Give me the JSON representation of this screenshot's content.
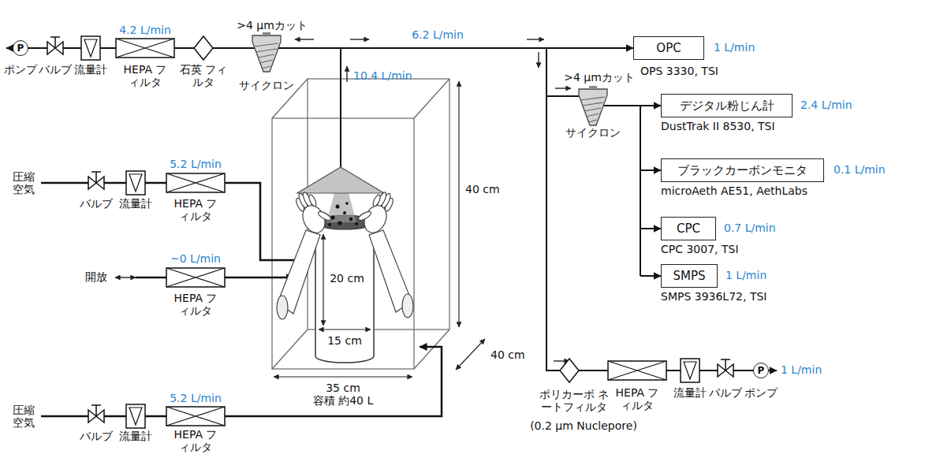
{
  "diagram": {
    "nodes": [
      {
        "text": [
          "P"
        ]
      },
      {
        "text": [
          "OPC"
        ]
      },
      {
        "text": [
          "デジタル粉じん計"
        ]
      },
      {
        "text": [
          "ブラックカーボンモニタ"
        ]
      },
      {
        "text": [
          "CPC"
        ]
      },
      {
        "text": [
          "SMPS"
        ]
      },
      {
        "text": [
          "P"
        ]
      }
    ],
    "labels": [
      "4.2 L/min",
      ">4 μmカット",
      "6.2 L/min",
      "ポンプ",
      "バルブ",
      "流量計",
      "HEPA フィルタ",
      "石英 フィルタ",
      "サイクロン",
      "10.4 L/min",
      "1 L/min",
      "OPS 3330, TSI",
      ">4 μmカット",
      "サイクロン",
      "2.4 L/min",
      "DustTrak II 8530, TSI",
      "0.1 L/min",
      "microAeth AE51, AethLabs",
      "0.7 L/min",
      "CPC 3007, TSI",
      "1 L/min",
      "SMPS 3936L72, TSI",
      "圧縮 空気",
      "バルブ",
      "流量計",
      "5.2 L/min",
      "HEPA フィルタ",
      "40 cm",
      "20 cm",
      "15 cm",
      "開放",
      "~0 L/min",
      "HEPA フィルタ",
      "35 cm",
      "容積 約40 L",
      "40 cm",
      "圧縮 空気",
      "バルブ",
      "流量計",
      "5.2 L/min",
      "HEPA フィルタ",
      "ポリカーボ ネートフィルタ",
      "(0.2 μm Nuclepore)",
      "HEPA フィルタ",
      "流量計",
      "バルブ",
      "ポンプ",
      "1 L/min"
    ]
  }
}
